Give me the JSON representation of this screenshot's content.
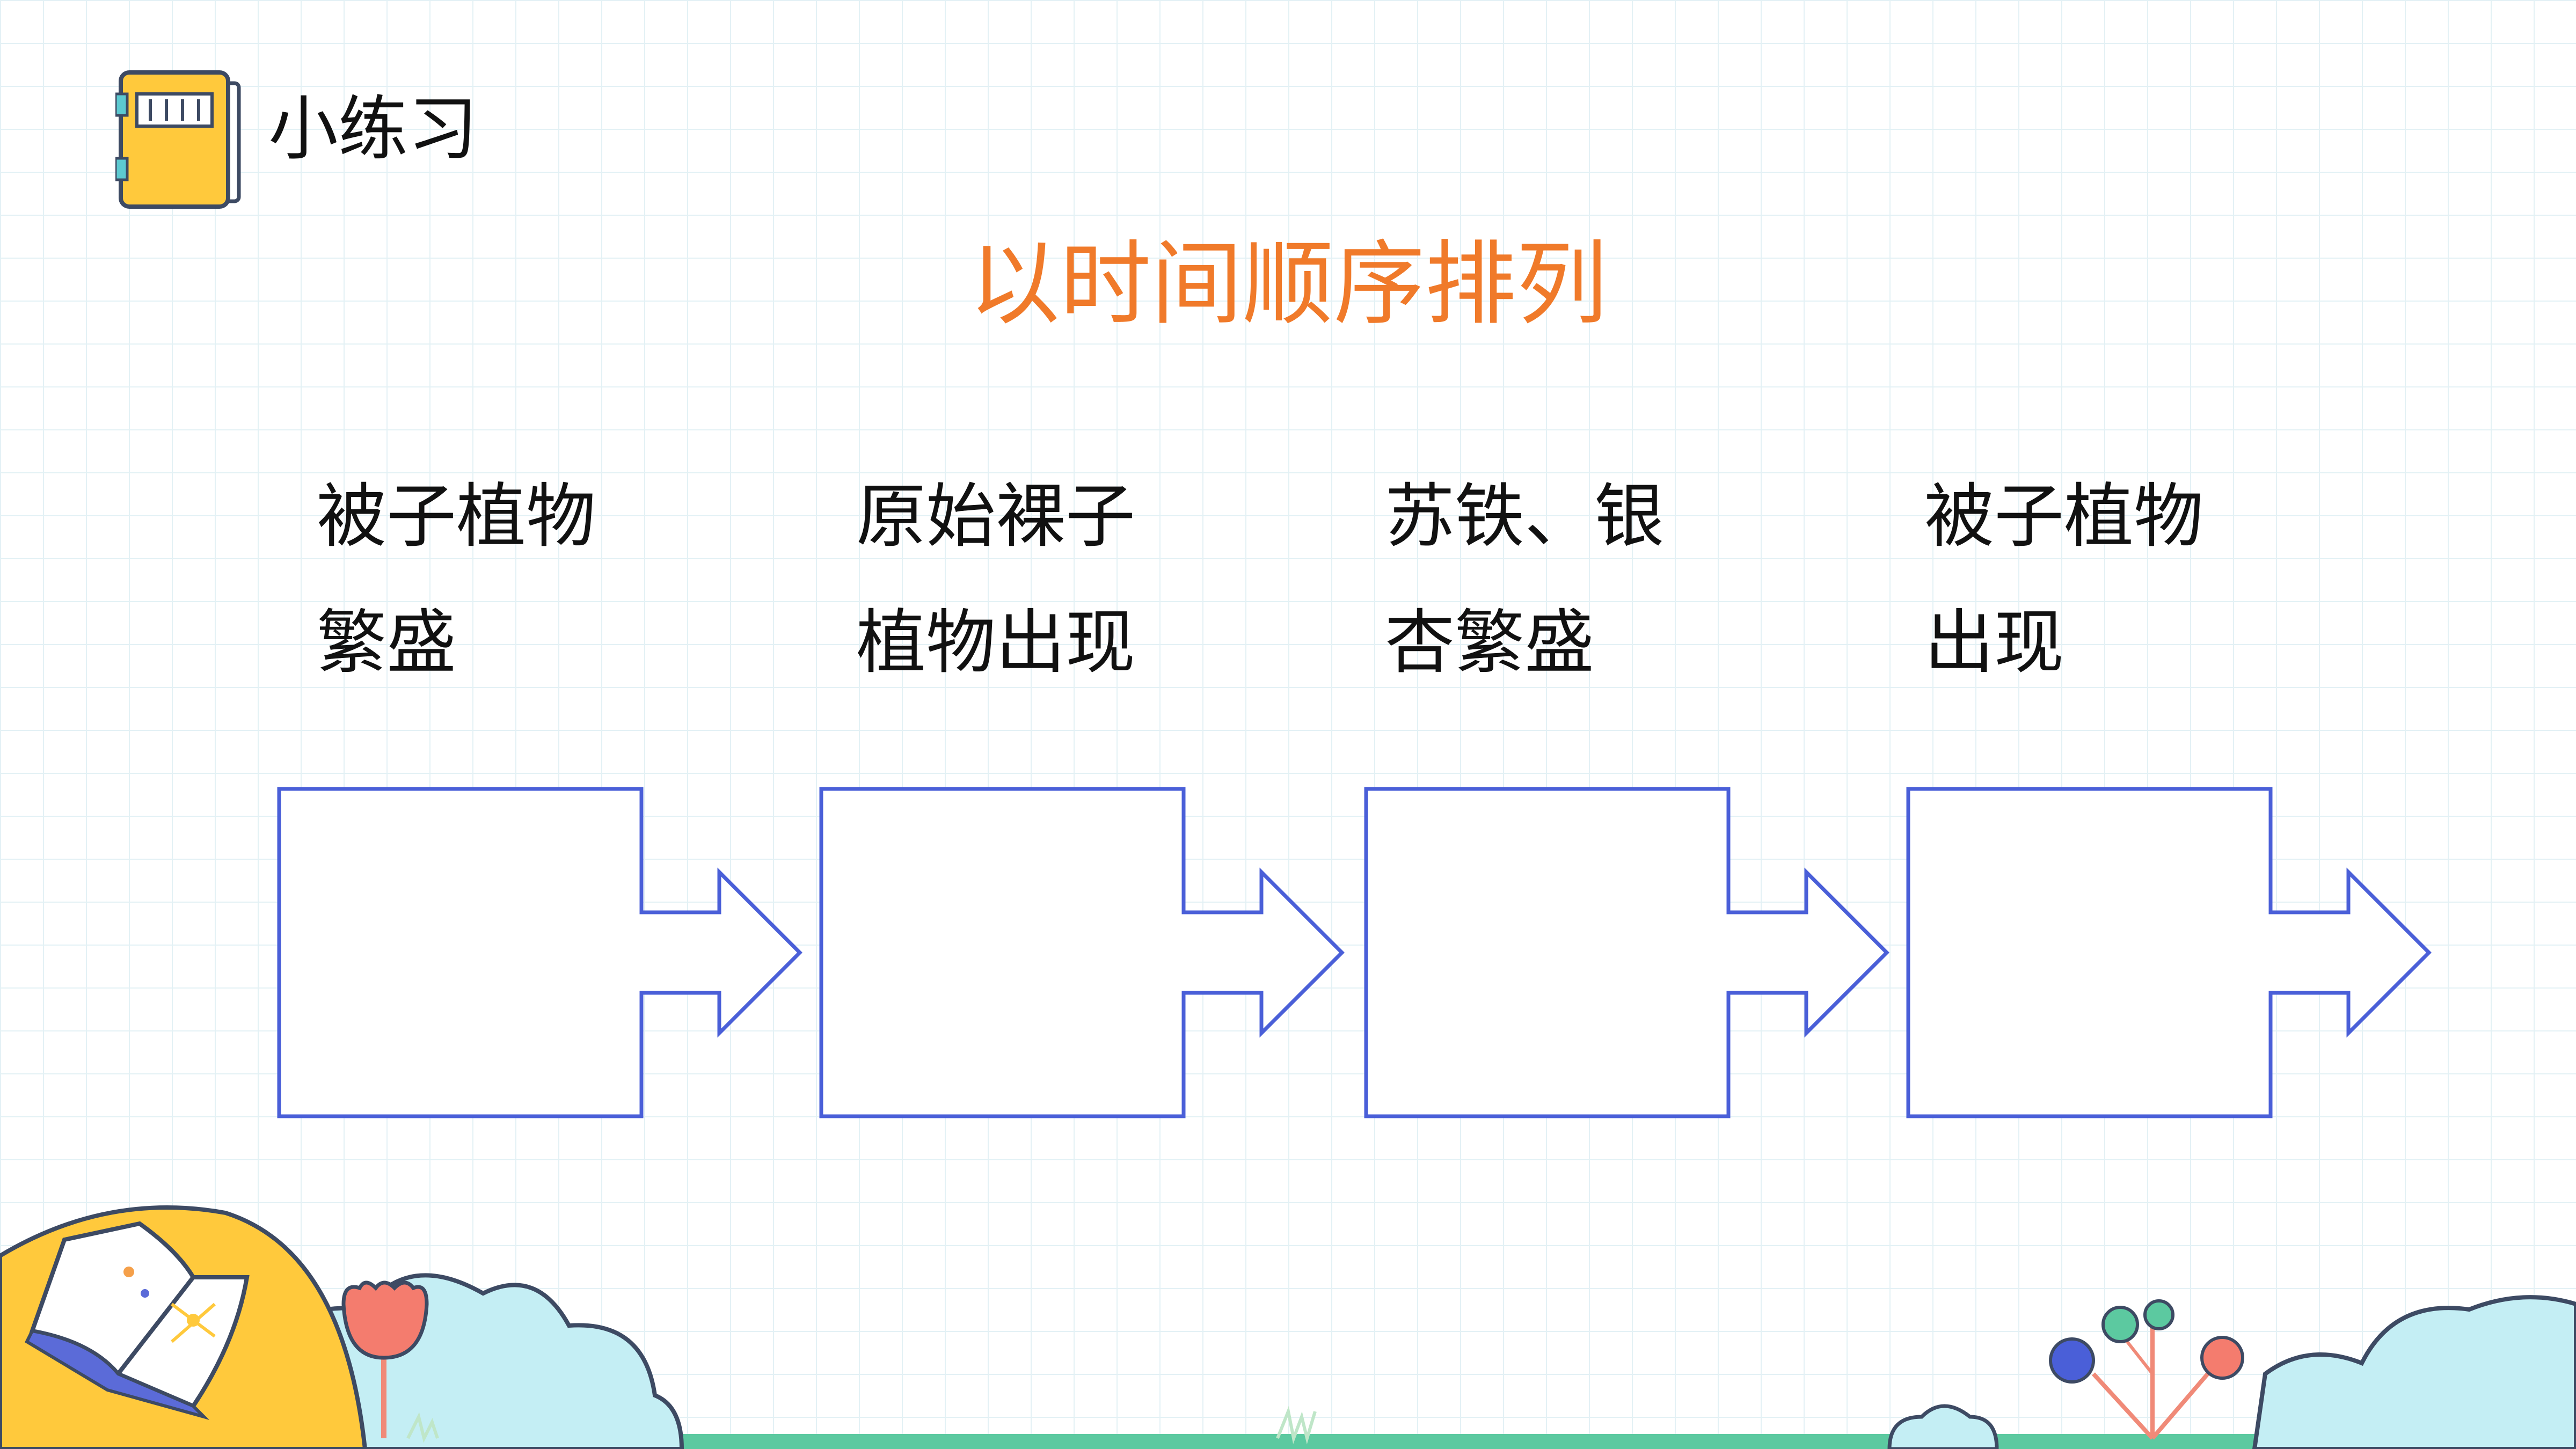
{
  "header": {
    "title": "小练习",
    "icon": "notebook-icon"
  },
  "main": {
    "title": "以时间顺序排列",
    "title_color": "#f07a2a",
    "events": [
      {
        "line1": "被子植物",
        "line2": "繁盛"
      },
      {
        "line1": "原始裸子",
        "line2": "植物出现"
      },
      {
        "line1": "苏铁、银",
        "line2": "杏繁盛"
      },
      {
        "line1": "被子植物",
        "line2": "出现"
      }
    ],
    "answer_boxes": [
      "",
      "",
      "",
      ""
    ],
    "box_color": "#4a5fd8"
  }
}
